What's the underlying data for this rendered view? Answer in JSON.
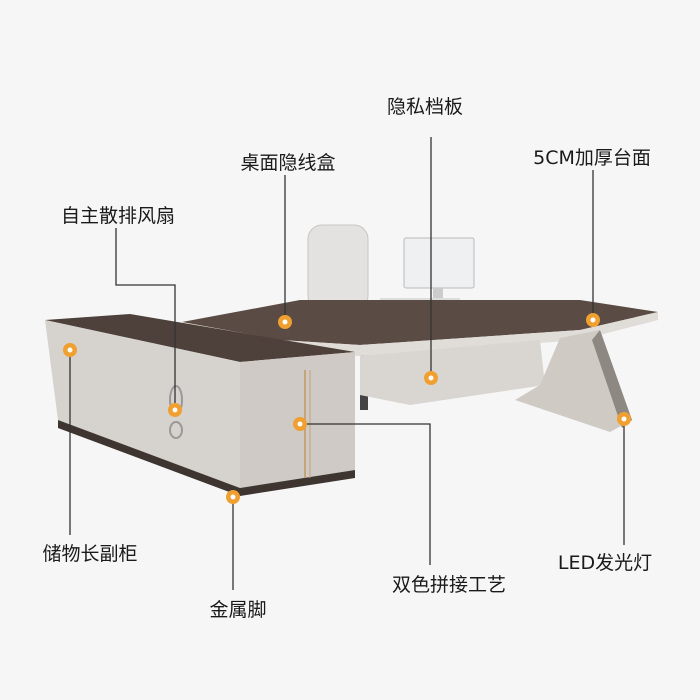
{
  "labels": {
    "privacy_panel": "隐私档板",
    "cable_box": "桌面隐线盒",
    "thick_top": "5CM加厚台面",
    "fan": "自主散排风扇",
    "side_cabinet": "储物长副柜",
    "metal_feet": "金属脚",
    "two_tone": "双色拼接工艺",
    "led_light": "LED发光灯"
  },
  "colors": {
    "accent": "#f0a030",
    "wood": "#5a4c44",
    "body": "#d8d4cf"
  }
}
